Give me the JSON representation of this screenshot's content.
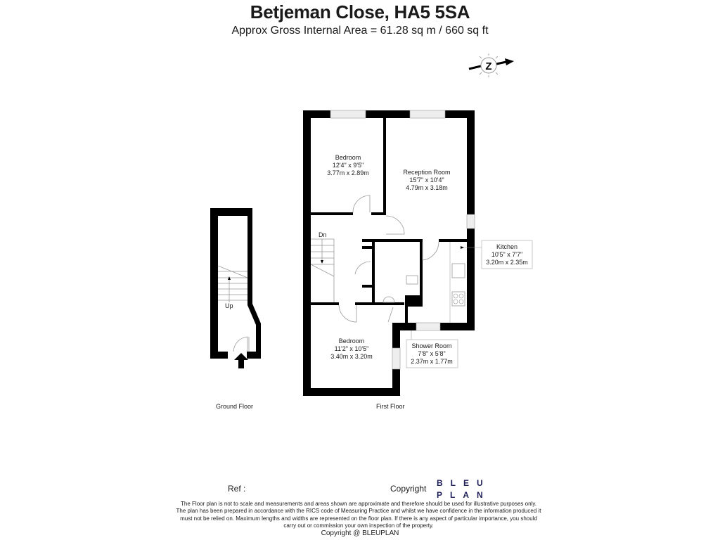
{
  "header": {
    "title": "Betjeman Close, HA5 5SA",
    "subtitle": "Approx Gross Internal Area = 61.28 sq m / 660 sq ft"
  },
  "compass": {
    "icon": "north-compass-icon",
    "letter": "Z"
  },
  "floors": {
    "ground": {
      "label": "Ground Floor",
      "stairs_label": "Up"
    },
    "first": {
      "label": "First Floor",
      "stairs_label": "Dn",
      "rooms": [
        {
          "name": "Bedroom",
          "imperial": "12'4\" x 9'5\"",
          "metric": "3.77m x 2.89m"
        },
        {
          "name": "Reception Room",
          "imperial": "15'7\" x 10'4\"",
          "metric": "4.79m x 3.18m"
        },
        {
          "name": "Kitchen",
          "imperial": "10'5\" x 7'7\"",
          "metric": "3.20m x 2.35m"
        },
        {
          "name": "Bedroom",
          "imperial": "11'2\" x 10'5\"",
          "metric": "3.40m x 3.20m"
        },
        {
          "name": "Shower Room",
          "imperial": "7'8\" x 5'8\"",
          "metric": "2.37m x 1.77m"
        }
      ]
    }
  },
  "footer": {
    "ref_label": "Ref  :",
    "copyright_label": "Copyright",
    "logo_line1": "BLEU",
    "logo_line2": "PLAN",
    "logo_color": "#1f1f5a",
    "disclaimer": "The Floor plan is not to scale and measurements and areas shown are approximate and therefore should be used for illustrative purposes only. The plan has been prepared in accordance with the RICS code of Measuring Practice and whilst we have confidence in the information produced it must not be relied on. Maximum lengths and widths are represented on the floor plan. If there is any aspect of particular importance, you should carry out or commission your own inspection of the property.",
    "copyright_text": "Copyright @ BLEUPLAN"
  }
}
